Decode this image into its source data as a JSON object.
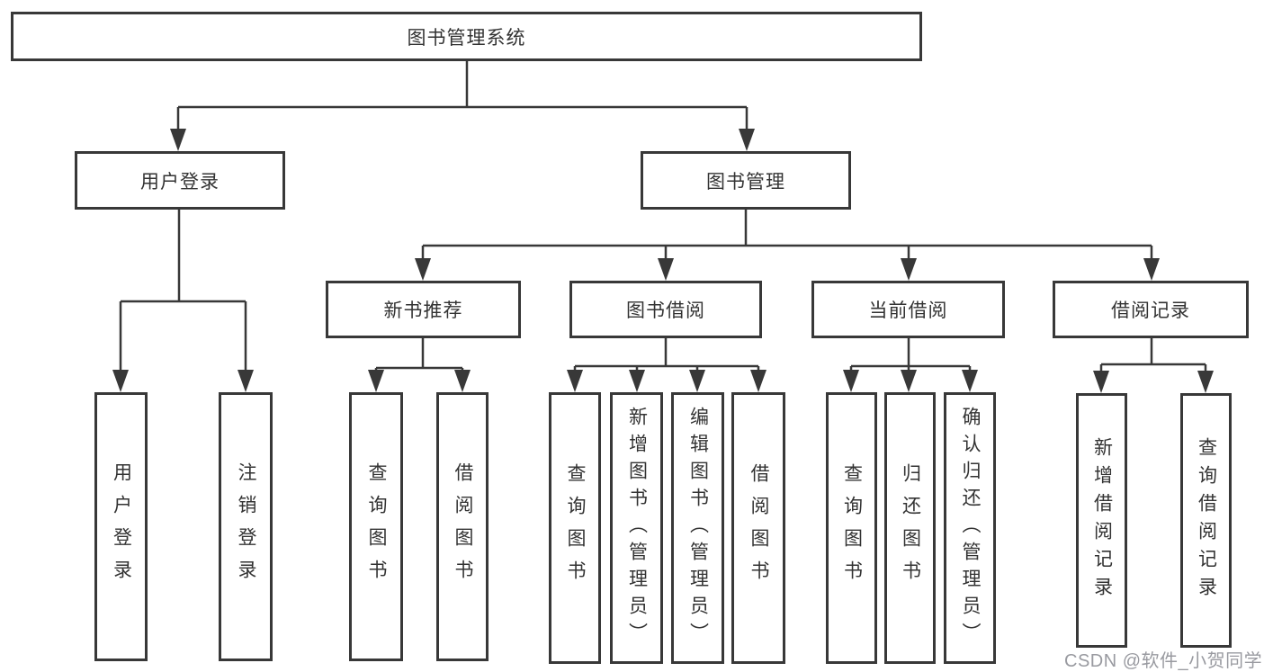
{
  "diagram": {
    "title": "图书管理系统",
    "children": [
      {
        "label": "用户登录",
        "children": [
          {
            "label": "用户登录"
          },
          {
            "label": "注销登录"
          }
        ]
      },
      {
        "label": "图书管理",
        "children": [
          {
            "label": "新书推荐",
            "children": [
              {
                "label": "查询图书"
              },
              {
                "label": "借阅图书"
              }
            ]
          },
          {
            "label": "图书借阅",
            "children": [
              {
                "label": "查询图书"
              },
              {
                "label": "新增图书（管理员）"
              },
              {
                "label": "编辑图书（管理员）"
              },
              {
                "label": "借阅图书"
              }
            ]
          },
          {
            "label": "当前借阅",
            "children": [
              {
                "label": "查询图书"
              },
              {
                "label": "归还图书"
              },
              {
                "label": "确认归还（管理员）"
              }
            ]
          },
          {
            "label": "借阅记录",
            "children": [
              {
                "label": "新增借阅记录"
              },
              {
                "label": "查询借阅记录"
              }
            ]
          }
        ]
      }
    ]
  },
  "watermark": "CSDN @软件_小贺同学",
  "colors": {
    "line": "#383838",
    "text": "#333333",
    "watermark": "#8e9096",
    "background": "#ffffff"
  }
}
